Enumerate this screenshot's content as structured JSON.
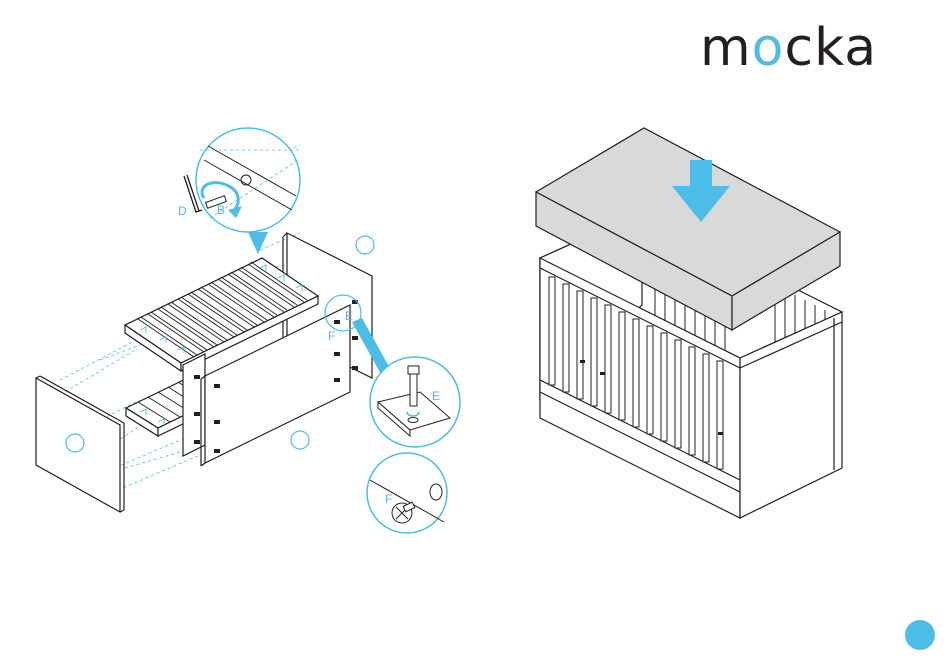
{
  "brand": {
    "logo_prefix": "m",
    "logo_o": "o",
    "logo_suffix": "cka",
    "accent_color": "#4bbde6",
    "ink_color": "#231f20"
  },
  "parts": {
    "label_d": "D",
    "label_b": "B",
    "label_e": "E",
    "label_f": "F"
  },
  "icons": [
    "hex-key-icon",
    "rotate-arrow-icon",
    "down-arrow-icon",
    "cam-bolt-icon",
    "cam-lock-icon"
  ]
}
